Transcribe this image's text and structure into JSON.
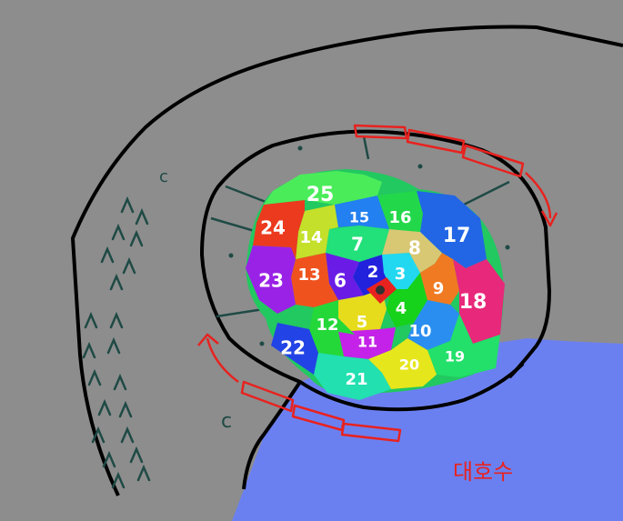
{
  "colors": {
    "background": "#8d8d8d",
    "lake": "#6b80f0",
    "outline": "#000000",
    "spokes": "#1f4a45",
    "red_arrows": "#e8221f",
    "numbers": "#ffffff"
  },
  "cells": [
    {
      "label": "2",
      "color": "#2222dd"
    },
    {
      "label": "3",
      "color": "#22d8f0"
    },
    {
      "label": "4",
      "color": "#16d21a"
    },
    {
      "label": "5",
      "color": "#e6dc1c"
    },
    {
      "label": "6",
      "color": "#6a1ce6"
    },
    {
      "label": "7",
      "color": "#22e07a"
    },
    {
      "label": "8",
      "color": "#d8c874"
    },
    {
      "label": "9",
      "color": "#f07a22"
    },
    {
      "label": "10",
      "color": "#2a8ef0"
    },
    {
      "label": "11",
      "color": "#c422e8"
    },
    {
      "label": "12",
      "color": "#24d83a"
    },
    {
      "label": "13",
      "color": "#f0521e"
    },
    {
      "label": "14",
      "color": "#c4e02a"
    },
    {
      "label": "15",
      "color": "#2280f0"
    },
    {
      "label": "16",
      "color": "#22d84a"
    },
    {
      "label": "17",
      "color": "#2266e6"
    },
    {
      "label": "18",
      "color": "#e8287a"
    },
    {
      "label": "19",
      "color": "#22e06a"
    },
    {
      "label": "20",
      "color": "#e6e61c"
    },
    {
      "label": "21",
      "color": "#22e0b0"
    },
    {
      "label": "22",
      "color": "#2244e6"
    },
    {
      "label": "23",
      "color": "#9a22e6"
    },
    {
      "label": "24",
      "color": "#ec3a1e"
    },
    {
      "label": "25",
      "color": "#4aec5a"
    }
  ],
  "lake_label": "대호수",
  "side_marks": [
    "c",
    "c"
  ]
}
